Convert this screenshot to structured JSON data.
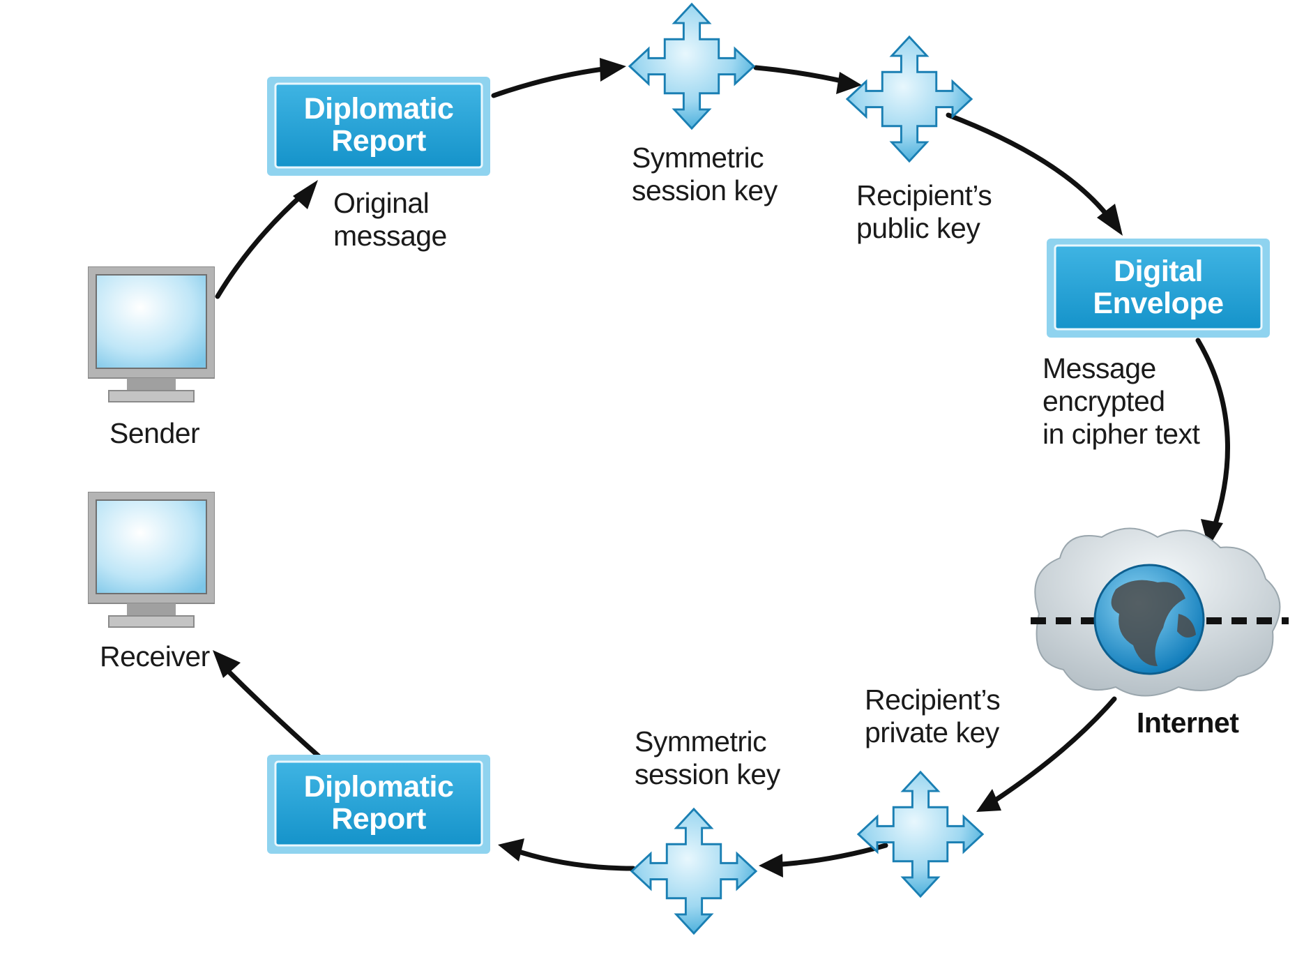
{
  "nodes": {
    "report_top": "Diplomatic\nReport",
    "envelope": "Digital\nEnvelope",
    "report_bottom": "Diplomatic\nReport"
  },
  "labels": {
    "original_message": "Original\nmessage",
    "session_key_top": "Symmetric\nsession key",
    "public_key": "Recipient’s\npublic key",
    "encrypted": "Message\nencrypted\nin cipher text",
    "internet": "Internet",
    "private_key": "Recipient’s\nprivate key",
    "session_key_bottom": "Symmetric\nsession key",
    "sender": "Sender",
    "receiver": "Receiver"
  },
  "icons": {
    "key": "four-way-arrow-key-icon",
    "computer": "monitor-icon",
    "internet": "globe-cloud-icon"
  },
  "colors": {
    "box_blue": "#1a9fd4",
    "box_border": "#8fd3ef",
    "key_blue": "#5cbde6",
    "arrow": "#111111",
    "screen": "#bfe6f7",
    "monitor_frame": "#9a9a9a"
  }
}
